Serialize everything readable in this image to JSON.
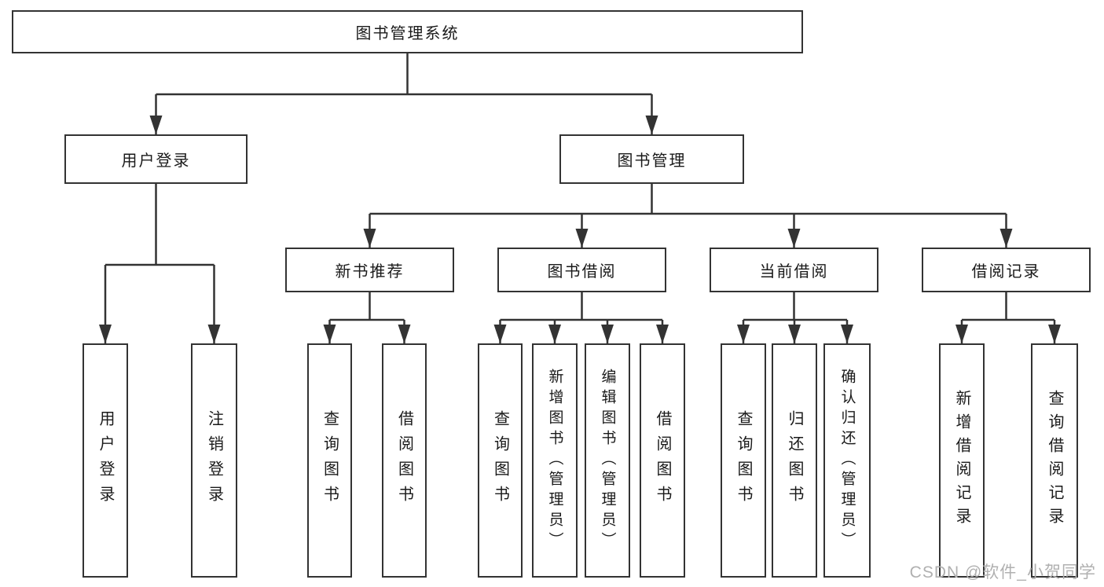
{
  "nodes": {
    "root": "图书管理系统",
    "user_login": "用户登录",
    "book_mgmt": "图书管理",
    "new_book_rec": "新书推荐",
    "book_borrow": "图书借阅",
    "current_borrow": "当前借阅",
    "borrow_records": "借阅记录"
  },
  "leaves": {
    "user_login": [
      "用户登录",
      "注销登录"
    ],
    "new_book_rec": [
      "查询图书",
      "借阅图书"
    ],
    "book_borrow": [
      "查询图书",
      "新增图书（管理员）",
      "编辑图书（管理员）",
      "借阅图书"
    ],
    "current_borrow": [
      "查询图书",
      "归还图书",
      "确认归还（管理员）"
    ],
    "borrow_records": [
      "新增借阅记录",
      "查询借阅记录"
    ]
  },
  "watermark": "CSDN @软件_小贺同学",
  "colors": {
    "line": "#333333",
    "box_border": "#333333",
    "text": "#1a1a1a",
    "watermark": "#b0b0b0",
    "background": "#ffffff"
  }
}
